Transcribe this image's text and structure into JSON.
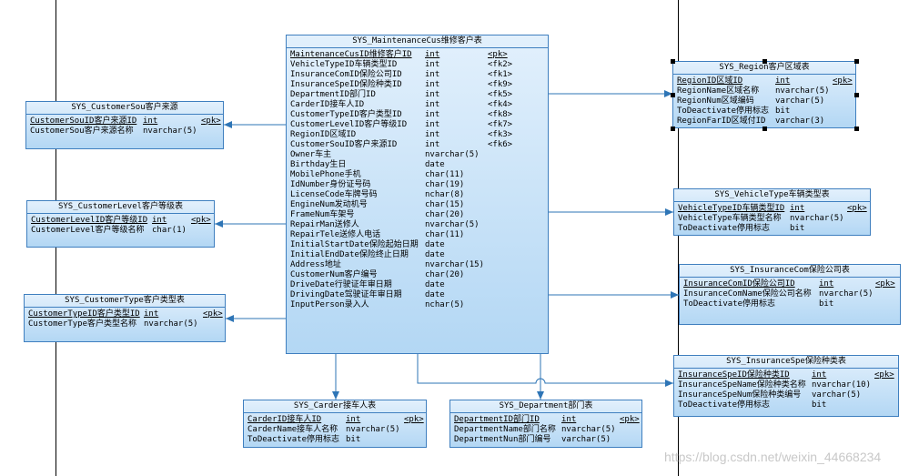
{
  "colors": {
    "connector": "#2e75b6",
    "table_border": "#3f7fbf",
    "table_fill_top": "#e2f0fc",
    "table_fill_bottom": "#b3d7f4",
    "page_line": "#000000",
    "watermark": "#c8c8c8"
  },
  "tables": [
    {
      "title": "SYS_MaintenanceCus维修客户表",
      "columns": [
        {
          "name": "MaintenanceCusID维修客户ID",
          "type": "int",
          "key": "<pk>"
        },
        {
          "name": "VehicleTypeID车辆类型ID",
          "type": "int",
          "key": "<fk2>"
        },
        {
          "name": "InsuranceComID保险公司ID",
          "type": "int",
          "key": "<fk1>"
        },
        {
          "name": "InsuranceSpeID保险种类ID",
          "type": "int",
          "key": "<fk9>"
        },
        {
          "name": "DepartmentID部门ID",
          "type": "int",
          "key": "<fk5>"
        },
        {
          "name": "CarderID接车人ID",
          "type": "int",
          "key": "<fk4>"
        },
        {
          "name": "CustomerTypeID客户类型ID",
          "type": "int",
          "key": "<fk8>"
        },
        {
          "name": "CustomerLevelID客户等级ID",
          "type": "int",
          "key": "<fk7>"
        },
        {
          "name": "RegionID区域ID",
          "type": "int",
          "key": "<fk3>"
        },
        {
          "name": "CustomerSouID客户来源ID",
          "type": "int",
          "key": "<fk6>"
        },
        {
          "name": "Owner车主",
          "type": "nvarchar(5)"
        },
        {
          "name": "Birthday生日",
          "type": "date"
        },
        {
          "name": "MobilePhone手机",
          "type": "char(11)"
        },
        {
          "name": "IdNumber身份证号码",
          "type": "char(19)"
        },
        {
          "name": "LicenseCode车牌号码",
          "type": "nchar(8)"
        },
        {
          "name": "EngineNum发动机号",
          "type": "char(15)"
        },
        {
          "name": "FrameNum车架号",
          "type": "char(20)"
        },
        {
          "name": "RepairMan送修人",
          "type": "nvarchar(5)"
        },
        {
          "name": "RepairTele送修人电话",
          "type": "char(11)"
        },
        {
          "name": "InitialStartDate保险起始日期",
          "type": "date"
        },
        {
          "name": "InitialEndDate保险终止日期",
          "type": "date"
        },
        {
          "name": "Address地址",
          "type": "nvarchar(15)"
        },
        {
          "name": "CustomerNum客户编号",
          "type": "char(20)"
        },
        {
          "name": "DriveDate行驶证年审日期",
          "type": "date"
        },
        {
          "name": "DrivingDate驾驶证年审日期",
          "type": "date"
        },
        {
          "name": "InputPerson录入人",
          "type": "nchar(5)"
        }
      ]
    },
    {
      "title": "SYS_CustomerSou客户来源",
      "columns": [
        {
          "name": "CustomerSouID客户来源ID",
          "type": "int",
          "key": "<pk>"
        },
        {
          "name": "CustomerSou客户来源名称",
          "type": "nvarchar(5)"
        }
      ]
    },
    {
      "title": "SYS_CustomerLevel客户等级表",
      "columns": [
        {
          "name": "CustomerLevelID客户等级ID",
          "type": "int",
          "key": "<pk>"
        },
        {
          "name": "CustomerLevel客户等级名称",
          "type": "char(1)"
        }
      ]
    },
    {
      "title": "SYS_CustomerType客户类型表",
      "columns": [
        {
          "name": "CustomerTypeID客户类型ID",
          "type": "int",
          "key": "<pk>"
        },
        {
          "name": "CustomerType客户类型名称",
          "type": "nvarchar(5)"
        }
      ]
    },
    {
      "title": "SYS_Region客户区域表",
      "columns": [
        {
          "name": "RegionID区域ID",
          "type": "int",
          "key": "<pk>"
        },
        {
          "name": "RegionName区域名称",
          "type": "nvarchar(5)"
        },
        {
          "name": "RegionNum区域编码",
          "type": "varchar(5)"
        },
        {
          "name": "ToDeactivate停用标志",
          "type": "bit"
        },
        {
          "name": "RegionFarID区域付ID",
          "type": "varchar(3)"
        }
      ]
    },
    {
      "title": "SYS_VehicleType车辆类型表",
      "columns": [
        {
          "name": "VehicleTypeID车辆类型ID",
          "type": "int",
          "key": "<pk>"
        },
        {
          "name": "VehicleType车辆类型名称",
          "type": "nvarchar(5)"
        },
        {
          "name": "ToDeactivate停用标志",
          "type": "bit"
        }
      ]
    },
    {
      "title": "SYS_InsuranceCom保险公司表",
      "columns": [
        {
          "name": "InsuranceComID保险公司ID",
          "type": "int",
          "key": "<pk>"
        },
        {
          "name": "InsuranceComName保险公司名称",
          "type": "nvarchar(5)"
        },
        {
          "name": "ToDeactivate停用标志",
          "type": "bit"
        }
      ]
    },
    {
      "title": "SYS_InsuranceSpe保险种类表",
      "columns": [
        {
          "name": "InsuranceSpeID保险种类ID",
          "type": "int",
          "key": "<pk>"
        },
        {
          "name": "InsuranceSpeName保险种类名称",
          "type": "nvarchar(10)"
        },
        {
          "name": "InsuranceSpeNum保险种类编号",
          "type": "varchar(5)"
        },
        {
          "name": "ToDeactivate停用标志",
          "type": "bit"
        }
      ]
    },
    {
      "title": "SYS_Carder接车人表",
      "columns": [
        {
          "name": "CarderID接车人ID",
          "type": "int",
          "key": "<pk>"
        },
        {
          "name": "CarderName接车人名称",
          "type": "nvarchar(5)"
        },
        {
          "name": "ToDeactivate停用标志",
          "type": "bit"
        }
      ]
    },
    {
      "title": "SYS_Department部门表",
      "columns": [
        {
          "name": "DepartmentID部门ID",
          "type": "int",
          "key": "<pk>"
        },
        {
          "name": "DepartmentName部门名称",
          "type": "nvarchar(5)"
        },
        {
          "name": "DepartmentNun部门编号",
          "type": "varchar(5)"
        }
      ]
    }
  ],
  "watermark": "https://blog.csdn.net/weixin_44668234"
}
